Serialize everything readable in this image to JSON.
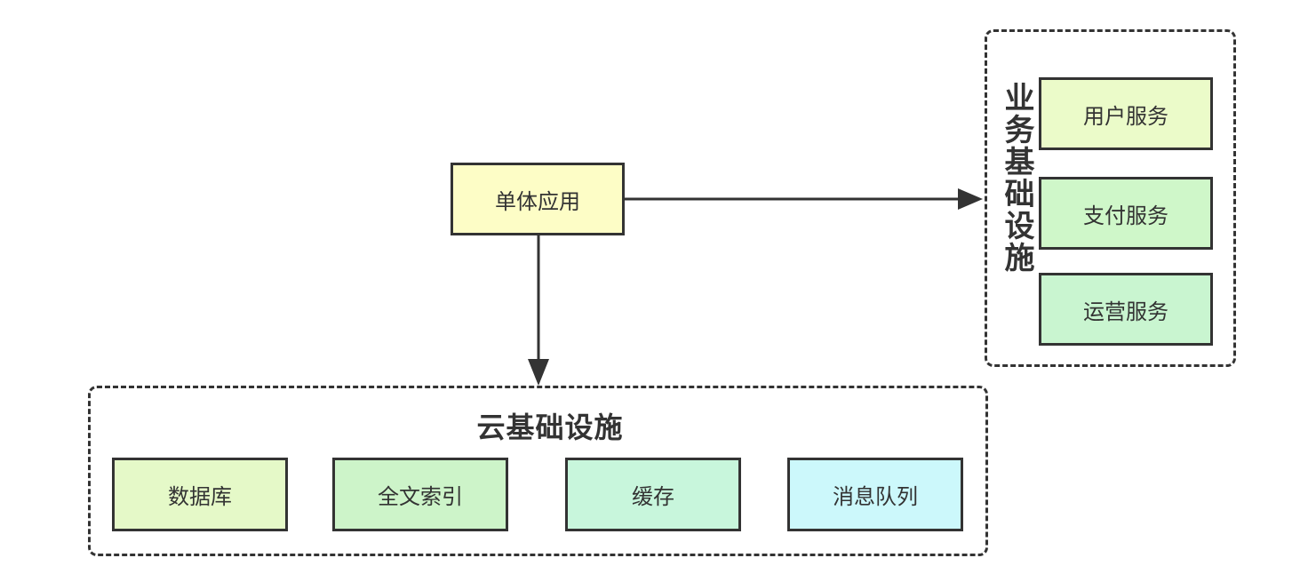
{
  "monolith": {
    "label": "单体应用",
    "fill": "#fdfdc6"
  },
  "business_group": {
    "title": "业务基础设施",
    "services": [
      {
        "label": "用户服务",
        "fill": "#ebfbc9"
      },
      {
        "label": "支付服务",
        "fill": "#cff7c9"
      },
      {
        "label": "运营服务",
        "fill": "#c9f5d0"
      }
    ]
  },
  "cloud_group": {
    "title": "云基础设施",
    "components": [
      {
        "label": "数据库",
        "fill": "#e5f9c8"
      },
      {
        "label": "全文索引",
        "fill": "#cdf4c9"
      },
      {
        "label": "缓存",
        "fill": "#c8f6dc"
      },
      {
        "label": "消息队列",
        "fill": "#ccf8fb"
      }
    ]
  },
  "colors": {
    "stroke": "#333333",
    "background": "#ffffff"
  }
}
